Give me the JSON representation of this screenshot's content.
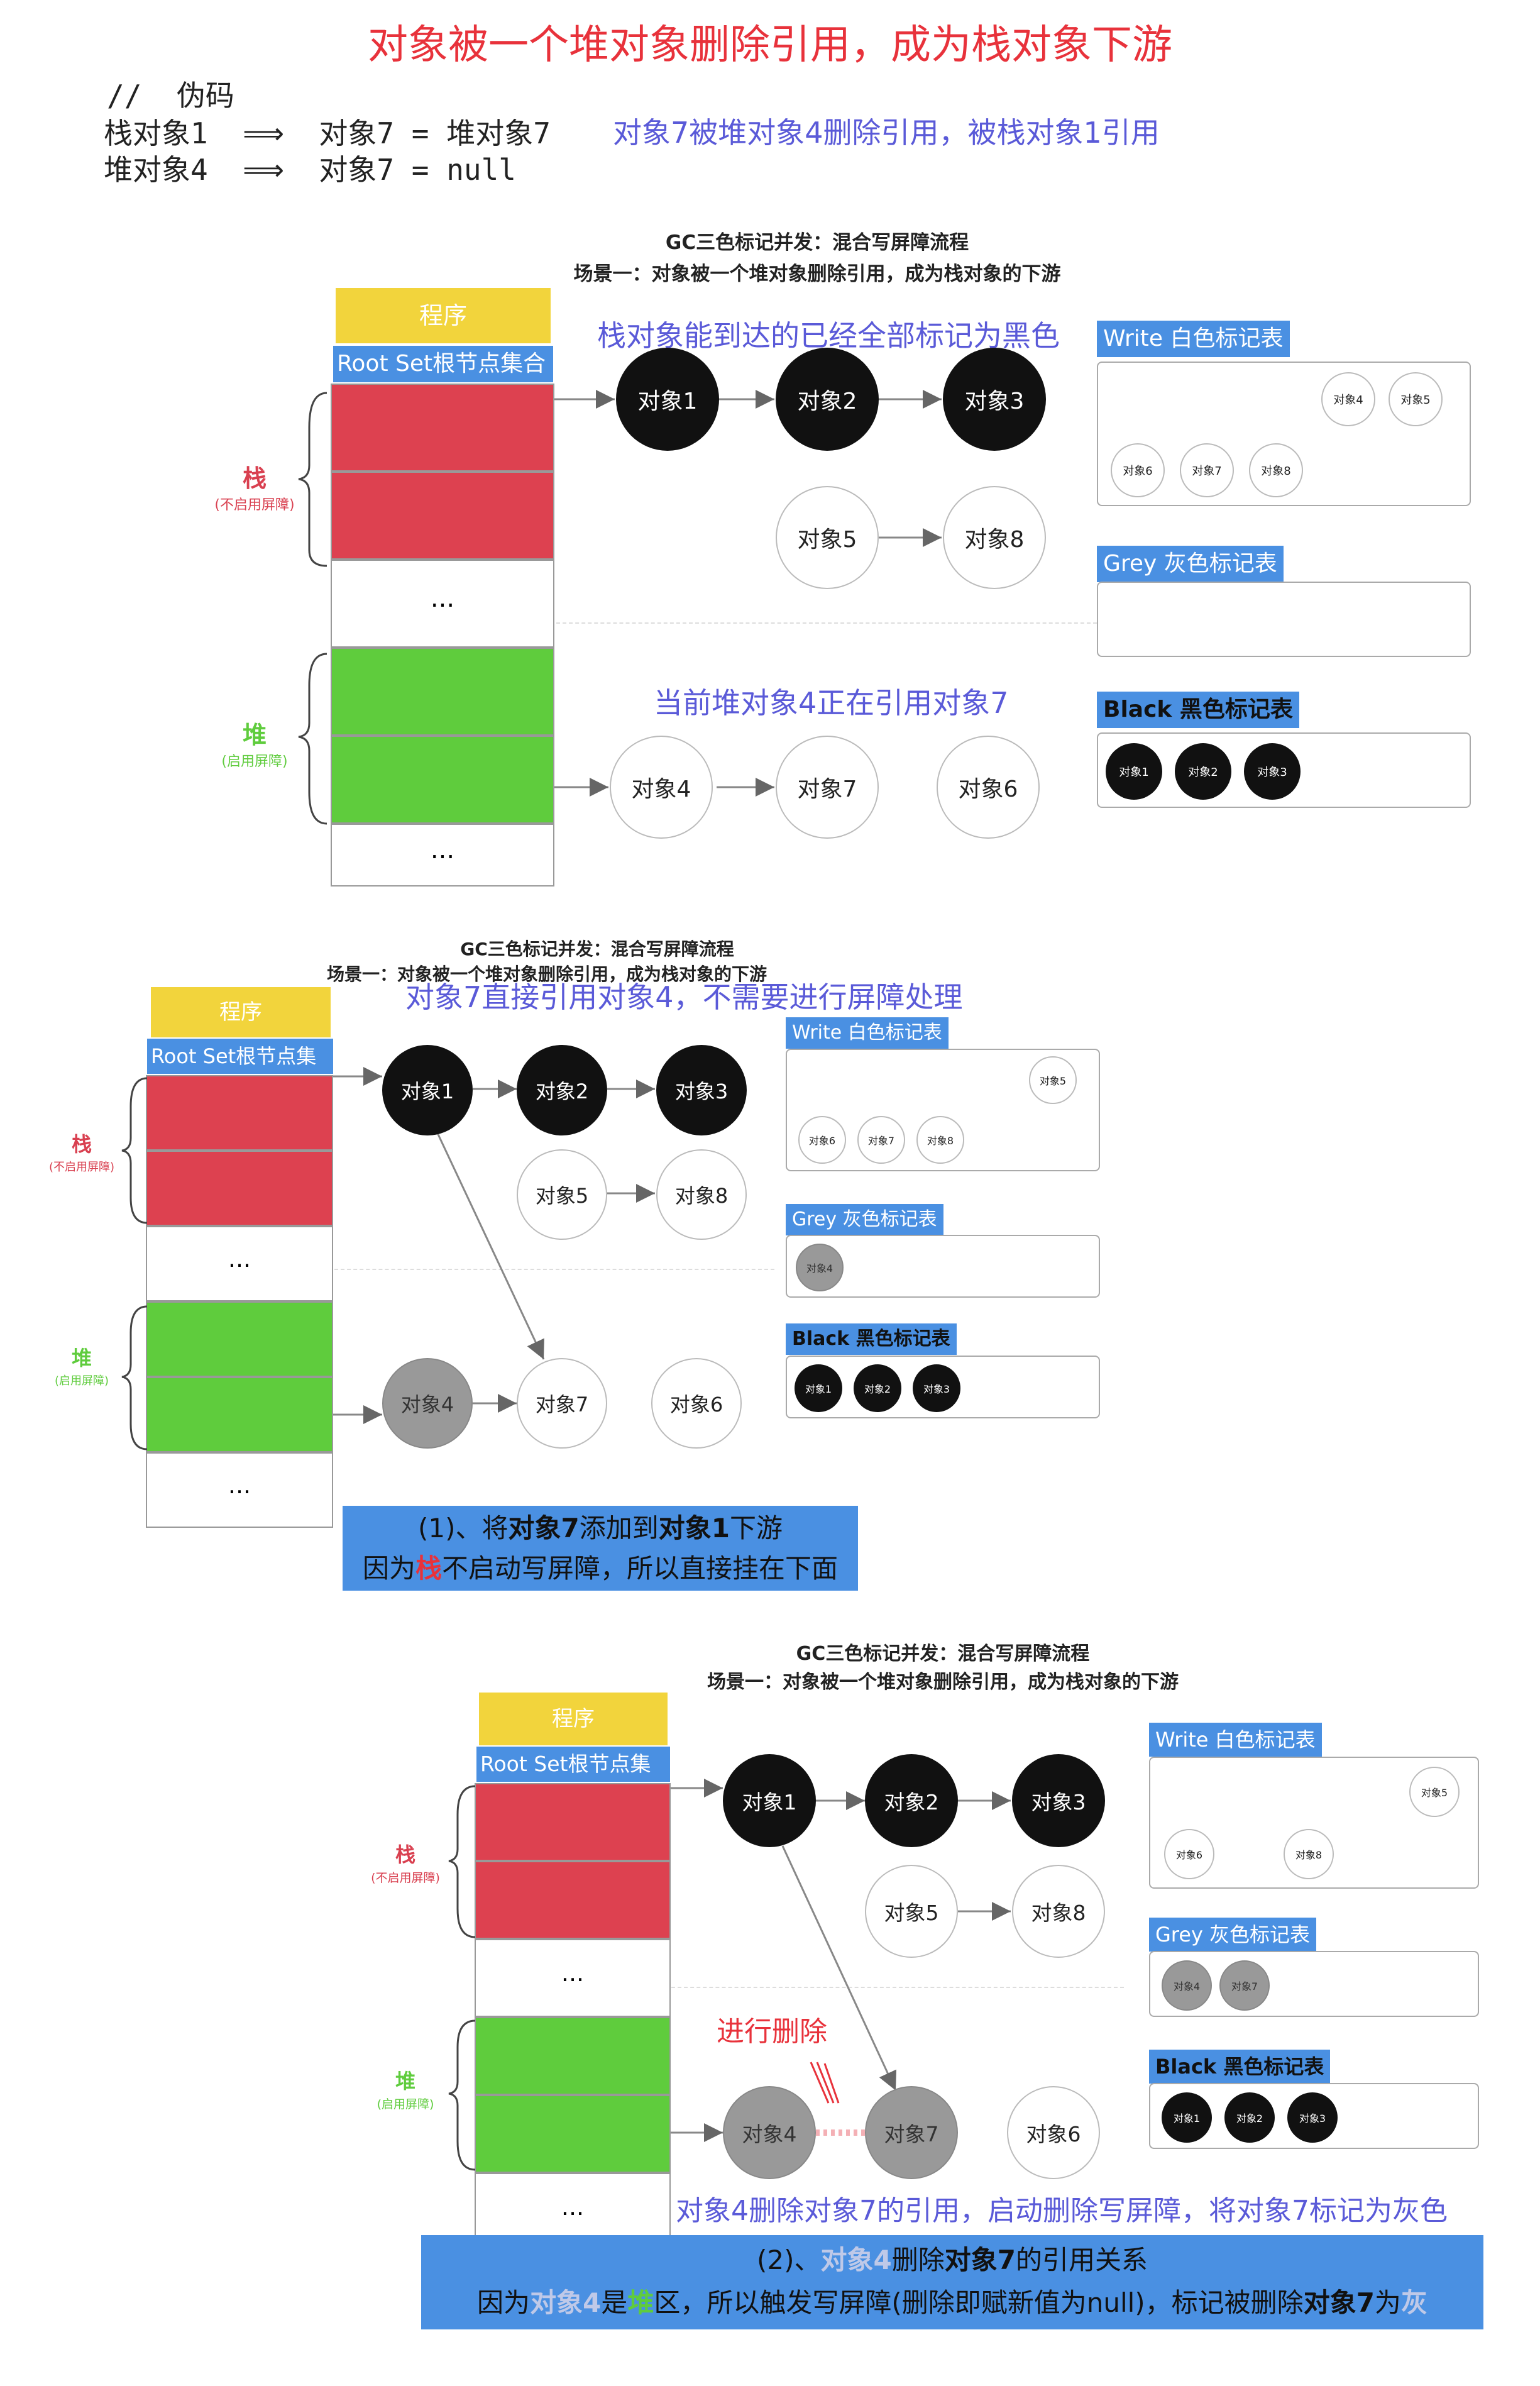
{
  "header": {
    "title": "对象被一个堆对象删除引用，成为栈对象下游",
    "code": {
      "comment": "//  伪码",
      "line1": "栈对象1  ⟹  对象7 = 堆对象7",
      "line2": "堆对象4  ⟹  对象7 = null"
    },
    "note": "对象7被堆对象4删除引用，被栈对象1引用"
  },
  "common": {
    "panel_title": "GC三色标记并发：混合写屏障流程",
    "panel_subtitle": "场景一：对象被一个堆对象删除引用，成为栈对象的下游",
    "program": "程序",
    "root_set": "Root Set根节点集合",
    "stack": "栈",
    "stack_sub": "(不启用屏障)",
    "heap": "堆",
    "heap_sub": "(启用屏障)",
    "ellipsis": "...",
    "white_table": "Write 白色标记表",
    "grey_table": "Grey 灰色标记表",
    "black_table": "Black 黑色标记表",
    "objects": {
      "o1": "对象1",
      "o2": "对象2",
      "o3": "对象3",
      "o4": "对象4",
      "o5": "对象5",
      "o6": "对象6",
      "o7": "对象7",
      "o8": "对象8"
    }
  },
  "panel1": {
    "note_top": "栈对象能到达的已经全部标记为黑色",
    "note_mid": "当前堆对象4正在引用对象7"
  },
  "panel2": {
    "note_top": "对象7直接引用对象4，不需要进行屏障处理",
    "caption": {
      "l1_a": "(1)、将",
      "l1_b": "对象7",
      "l1_c": "添加到",
      "l1_d": "对象1",
      "l1_e": "下游",
      "l2_a": "因为",
      "l2_b": "栈",
      "l2_c": "不启动写屏障，所以直接挂在下面"
    }
  },
  "panel3": {
    "delete_label": "进行删除",
    "note_bottom": "对象4删除对象7的引用，启动删除写屏障，将对象7标记为灰色",
    "caption": {
      "l1_a": "(2)、",
      "l1_b": "对象4",
      "l1_c": "删除",
      "l1_d": "对象7",
      "l1_e": "的引用关系",
      "l2_a": "因为",
      "l2_b": "对象4",
      "l2_c": "是",
      "l2_d": "堆",
      "l2_e": "区，所以触发写屏障(删除即赋新值为null)，标记被删除",
      "l2_f": "对象7",
      "l2_g": "为",
      "l2_h": "灰"
    }
  },
  "colors": {
    "title_red": "#e8323b",
    "note_purple": "#5a5ad8",
    "stack_red": "#dd4150",
    "heap_green": "#5fcc3d",
    "program_yellow": "#f2d43c",
    "label_blue": "#4a90e2",
    "grey_node": "#999999"
  }
}
